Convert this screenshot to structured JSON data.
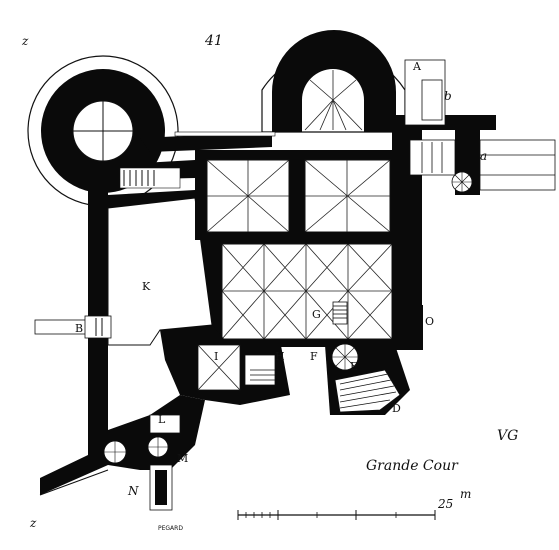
{
  "plate": {
    "page_number": "41",
    "courtyard_label": "Grande Cour",
    "engraver": "PEGARD",
    "scale": {
      "value": "25",
      "unit": "m"
    },
    "monogram": "VG"
  },
  "room_labels": {
    "A": "A",
    "a": "a",
    "b": "b",
    "B": "B",
    "K": "K",
    "I": "I",
    "H": "H",
    "G": "G",
    "F": "F",
    "E": "E",
    "D": "D",
    "O": "O",
    "L": "L",
    "M": "M",
    "N": "N",
    "north_top": "z",
    "north_bottom": "z"
  }
}
